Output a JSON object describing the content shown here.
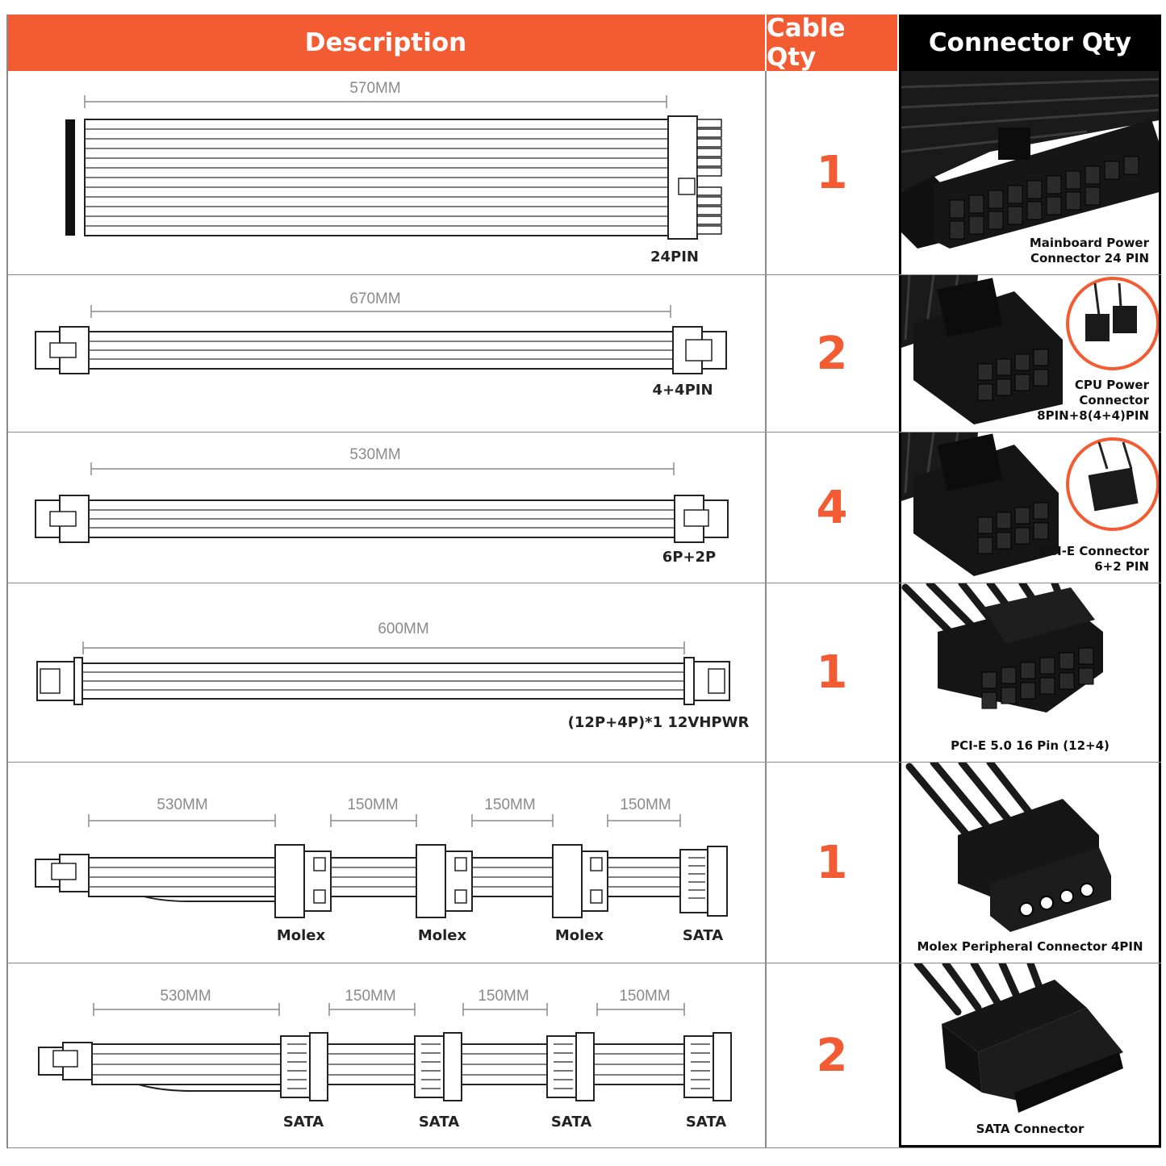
{
  "header": {
    "description": "Description",
    "cable_qty": "Cable Qty",
    "connector_qty": "Connector Qty"
  },
  "colors": {
    "accent": "#f35b32",
    "dark": "#000000",
    "dim_text": "#8a8a8a"
  },
  "rows": [
    {
      "lengths": [
        "570MM"
      ],
      "connectors": [
        "24PIN"
      ],
      "qty": "1",
      "caption": [
        "Mainboard Power",
        "Connector 24 PIN"
      ],
      "icon": "atx-24pin-connector-photo"
    },
    {
      "lengths": [
        "670MM"
      ],
      "connectors": [
        "4+4PIN"
      ],
      "qty": "2",
      "caption": [
        "CPU Power",
        "Connector",
        "8PIN+8(4+4)PIN"
      ],
      "icon": "cpu-8pin-connector-photo"
    },
    {
      "lengths": [
        "530MM"
      ],
      "connectors": [
        "6P+2P"
      ],
      "qty": "4",
      "caption": [
        "PCI-E Connector",
        "6+2 PIN"
      ],
      "icon": "pcie-8pin-connector-photo"
    },
    {
      "lengths": [
        "600MM"
      ],
      "connectors": [
        "(12P+4P)*1 12VHPWR"
      ],
      "qty": "1",
      "caption": [
        "PCI-E 5.0 16 Pin (12+4)"
      ],
      "icon": "12vhpwr-connector-photo"
    },
    {
      "lengths": [
        "530MM",
        "150MM",
        "150MM",
        "150MM"
      ],
      "connectors": [
        "Molex",
        "Molex",
        "Molex",
        "SATA"
      ],
      "qty": "1",
      "caption": [
        "Molex Peripheral Connector 4PIN"
      ],
      "icon": "molex-connector-photo"
    },
    {
      "lengths": [
        "530MM",
        "150MM",
        "150MM",
        "150MM"
      ],
      "connectors": [
        "SATA",
        "SATA",
        "SATA",
        "SATA"
      ],
      "qty": "2",
      "caption": [
        "SATA Connector"
      ],
      "icon": "sata-connector-photo"
    }
  ]
}
